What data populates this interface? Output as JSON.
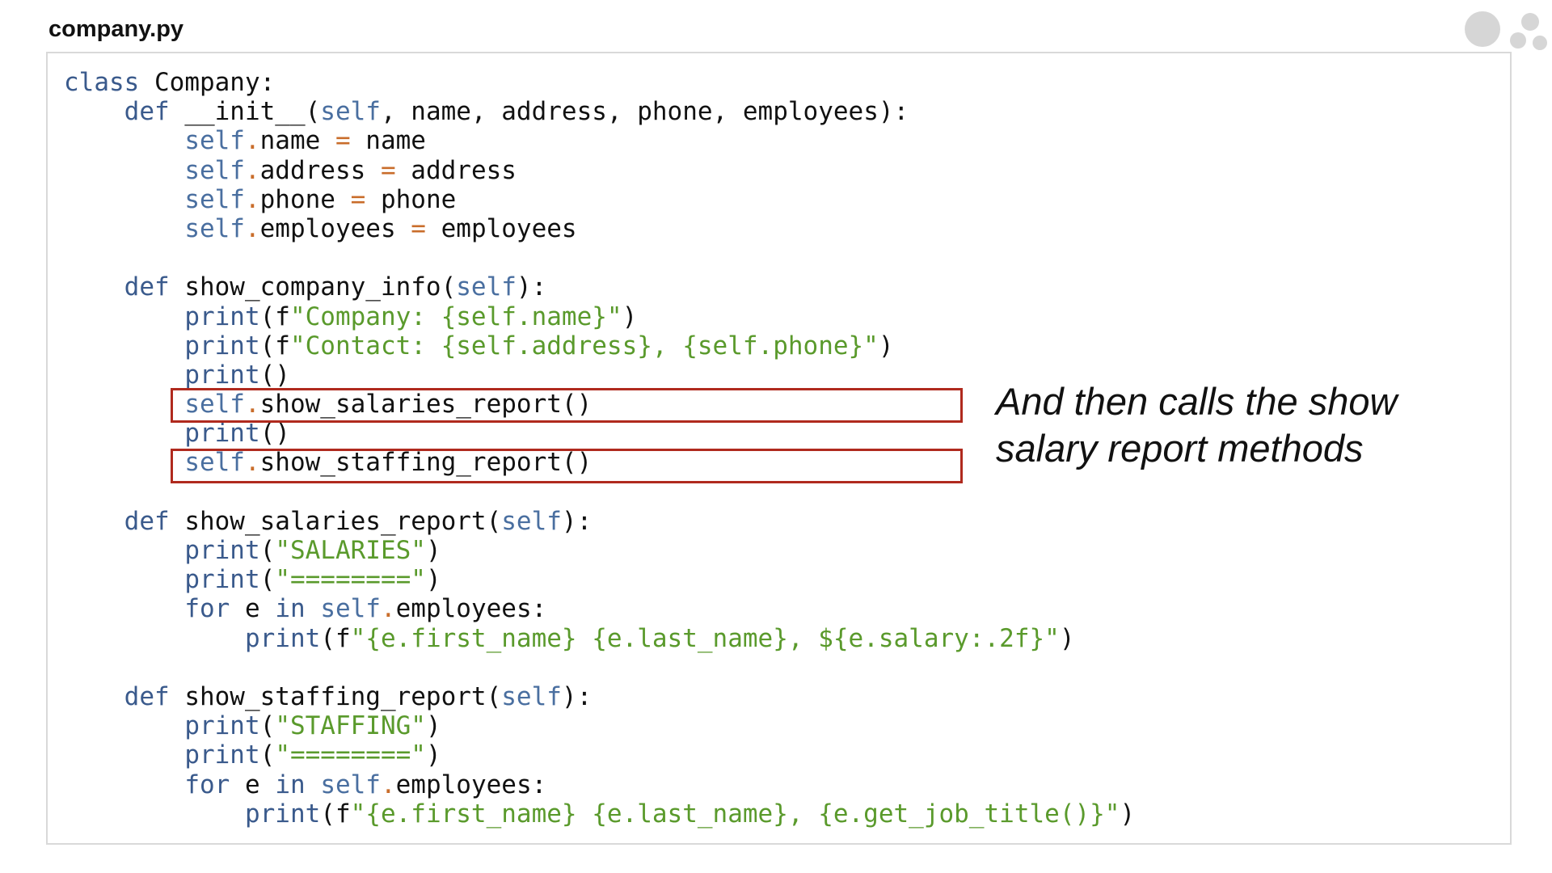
{
  "header": {
    "filename": "company.py"
  },
  "logo": {
    "icon": "dots-logo-icon"
  },
  "colors": {
    "keyword": "#3a5a8c",
    "self": "#4a6fa0",
    "operator": "#c96d2b",
    "string": "#5a9a2c",
    "highlight_border": "#b02a1e"
  },
  "code": {
    "lines": [
      [
        {
          "t": "kw",
          "v": "class"
        },
        {
          "t": "tx",
          "v": " Company:"
        }
      ],
      [
        {
          "t": "tx",
          "v": "    "
        },
        {
          "t": "kw",
          "v": "def"
        },
        {
          "t": "tx",
          "v": " __init__("
        },
        {
          "t": "slf",
          "v": "self"
        },
        {
          "t": "tx",
          "v": ", name, address, phone, employees):"
        }
      ],
      [
        {
          "t": "tx",
          "v": "        "
        },
        {
          "t": "slf",
          "v": "self"
        },
        {
          "t": "dot",
          "v": "."
        },
        {
          "t": "tx",
          "v": "name "
        },
        {
          "t": "op",
          "v": "="
        },
        {
          "t": "tx",
          "v": " name"
        }
      ],
      [
        {
          "t": "tx",
          "v": "        "
        },
        {
          "t": "slf",
          "v": "self"
        },
        {
          "t": "dot",
          "v": "."
        },
        {
          "t": "tx",
          "v": "address "
        },
        {
          "t": "op",
          "v": "="
        },
        {
          "t": "tx",
          "v": " address"
        }
      ],
      [
        {
          "t": "tx",
          "v": "        "
        },
        {
          "t": "slf",
          "v": "self"
        },
        {
          "t": "dot",
          "v": "."
        },
        {
          "t": "tx",
          "v": "phone "
        },
        {
          "t": "op",
          "v": "="
        },
        {
          "t": "tx",
          "v": " phone"
        }
      ],
      [
        {
          "t": "tx",
          "v": "        "
        },
        {
          "t": "slf",
          "v": "self"
        },
        {
          "t": "dot",
          "v": "."
        },
        {
          "t": "tx",
          "v": "employees "
        },
        {
          "t": "op",
          "v": "="
        },
        {
          "t": "tx",
          "v": " employees"
        }
      ],
      [
        {
          "t": "tx",
          "v": ""
        }
      ],
      [
        {
          "t": "tx",
          "v": "    "
        },
        {
          "t": "kw",
          "v": "def"
        },
        {
          "t": "tx",
          "v": " show_company_info("
        },
        {
          "t": "slf",
          "v": "self"
        },
        {
          "t": "tx",
          "v": "):"
        }
      ],
      [
        {
          "t": "tx",
          "v": "        "
        },
        {
          "t": "fn",
          "v": "print"
        },
        {
          "t": "tx",
          "v": "(f"
        },
        {
          "t": "str",
          "v": "\"Company: {self.name}\""
        },
        {
          "t": "tx",
          "v": ")"
        }
      ],
      [
        {
          "t": "tx",
          "v": "        "
        },
        {
          "t": "fn",
          "v": "print"
        },
        {
          "t": "tx",
          "v": "(f"
        },
        {
          "t": "str",
          "v": "\"Contact: {self.address}, {self.phone}\""
        },
        {
          "t": "tx",
          "v": ")"
        }
      ],
      [
        {
          "t": "tx",
          "v": "        "
        },
        {
          "t": "fn",
          "v": "print"
        },
        {
          "t": "tx",
          "v": "()"
        }
      ],
      [
        {
          "t": "tx",
          "v": "        "
        },
        {
          "t": "slf",
          "v": "self"
        },
        {
          "t": "dot",
          "v": "."
        },
        {
          "t": "tx",
          "v": "show_salaries_report()"
        }
      ],
      [
        {
          "t": "tx",
          "v": "        "
        },
        {
          "t": "fn",
          "v": "print"
        },
        {
          "t": "tx",
          "v": "()"
        }
      ],
      [
        {
          "t": "tx",
          "v": "        "
        },
        {
          "t": "slf",
          "v": "self"
        },
        {
          "t": "dot",
          "v": "."
        },
        {
          "t": "tx",
          "v": "show_staffing_report()"
        }
      ],
      [
        {
          "t": "tx",
          "v": ""
        }
      ],
      [
        {
          "t": "tx",
          "v": "    "
        },
        {
          "t": "kw",
          "v": "def"
        },
        {
          "t": "tx",
          "v": " show_salaries_report("
        },
        {
          "t": "slf",
          "v": "self"
        },
        {
          "t": "tx",
          "v": "):"
        }
      ],
      [
        {
          "t": "tx",
          "v": "        "
        },
        {
          "t": "fn",
          "v": "print"
        },
        {
          "t": "tx",
          "v": "("
        },
        {
          "t": "str",
          "v": "\"SALARIES\""
        },
        {
          "t": "tx",
          "v": ")"
        }
      ],
      [
        {
          "t": "tx",
          "v": "        "
        },
        {
          "t": "fn",
          "v": "print"
        },
        {
          "t": "tx",
          "v": "("
        },
        {
          "t": "str",
          "v": "\"========\""
        },
        {
          "t": "tx",
          "v": ")"
        }
      ],
      [
        {
          "t": "tx",
          "v": "        "
        },
        {
          "t": "kw",
          "v": "for"
        },
        {
          "t": "tx",
          "v": " e "
        },
        {
          "t": "kw",
          "v": "in"
        },
        {
          "t": "tx",
          "v": " "
        },
        {
          "t": "slf",
          "v": "self"
        },
        {
          "t": "dot",
          "v": "."
        },
        {
          "t": "tx",
          "v": "employees:"
        }
      ],
      [
        {
          "t": "tx",
          "v": "            "
        },
        {
          "t": "fn",
          "v": "print"
        },
        {
          "t": "tx",
          "v": "(f"
        },
        {
          "t": "str",
          "v": "\"{e.first_name} {e.last_name}, ${e.salary:.2f}\""
        },
        {
          "t": "tx",
          "v": ")"
        }
      ],
      [
        {
          "t": "tx",
          "v": ""
        }
      ],
      [
        {
          "t": "tx",
          "v": "    "
        },
        {
          "t": "kw",
          "v": "def"
        },
        {
          "t": "tx",
          "v": " show_staffing_report("
        },
        {
          "t": "slf",
          "v": "self"
        },
        {
          "t": "tx",
          "v": "):"
        }
      ],
      [
        {
          "t": "tx",
          "v": "        "
        },
        {
          "t": "fn",
          "v": "print"
        },
        {
          "t": "tx",
          "v": "("
        },
        {
          "t": "str",
          "v": "\"STAFFING\""
        },
        {
          "t": "tx",
          "v": ")"
        }
      ],
      [
        {
          "t": "tx",
          "v": "        "
        },
        {
          "t": "fn",
          "v": "print"
        },
        {
          "t": "tx",
          "v": "("
        },
        {
          "t": "str",
          "v": "\"========\""
        },
        {
          "t": "tx",
          "v": ")"
        }
      ],
      [
        {
          "t": "tx",
          "v": "        "
        },
        {
          "t": "kw",
          "v": "for"
        },
        {
          "t": "tx",
          "v": " e "
        },
        {
          "t": "kw",
          "v": "in"
        },
        {
          "t": "tx",
          "v": " "
        },
        {
          "t": "slf",
          "v": "self"
        },
        {
          "t": "dot",
          "v": "."
        },
        {
          "t": "tx",
          "v": "employees:"
        }
      ],
      [
        {
          "t": "tx",
          "v": "            "
        },
        {
          "t": "fn",
          "v": "print"
        },
        {
          "t": "tx",
          "v": "(f"
        },
        {
          "t": "str",
          "v": "\"{e.first_name} {e.last_name}, {e.get_job_title()}\""
        },
        {
          "t": "tx",
          "v": ")"
        }
      ]
    ]
  },
  "annotation": {
    "line1": "And then calls the show",
    "line2": "salary report methods"
  }
}
